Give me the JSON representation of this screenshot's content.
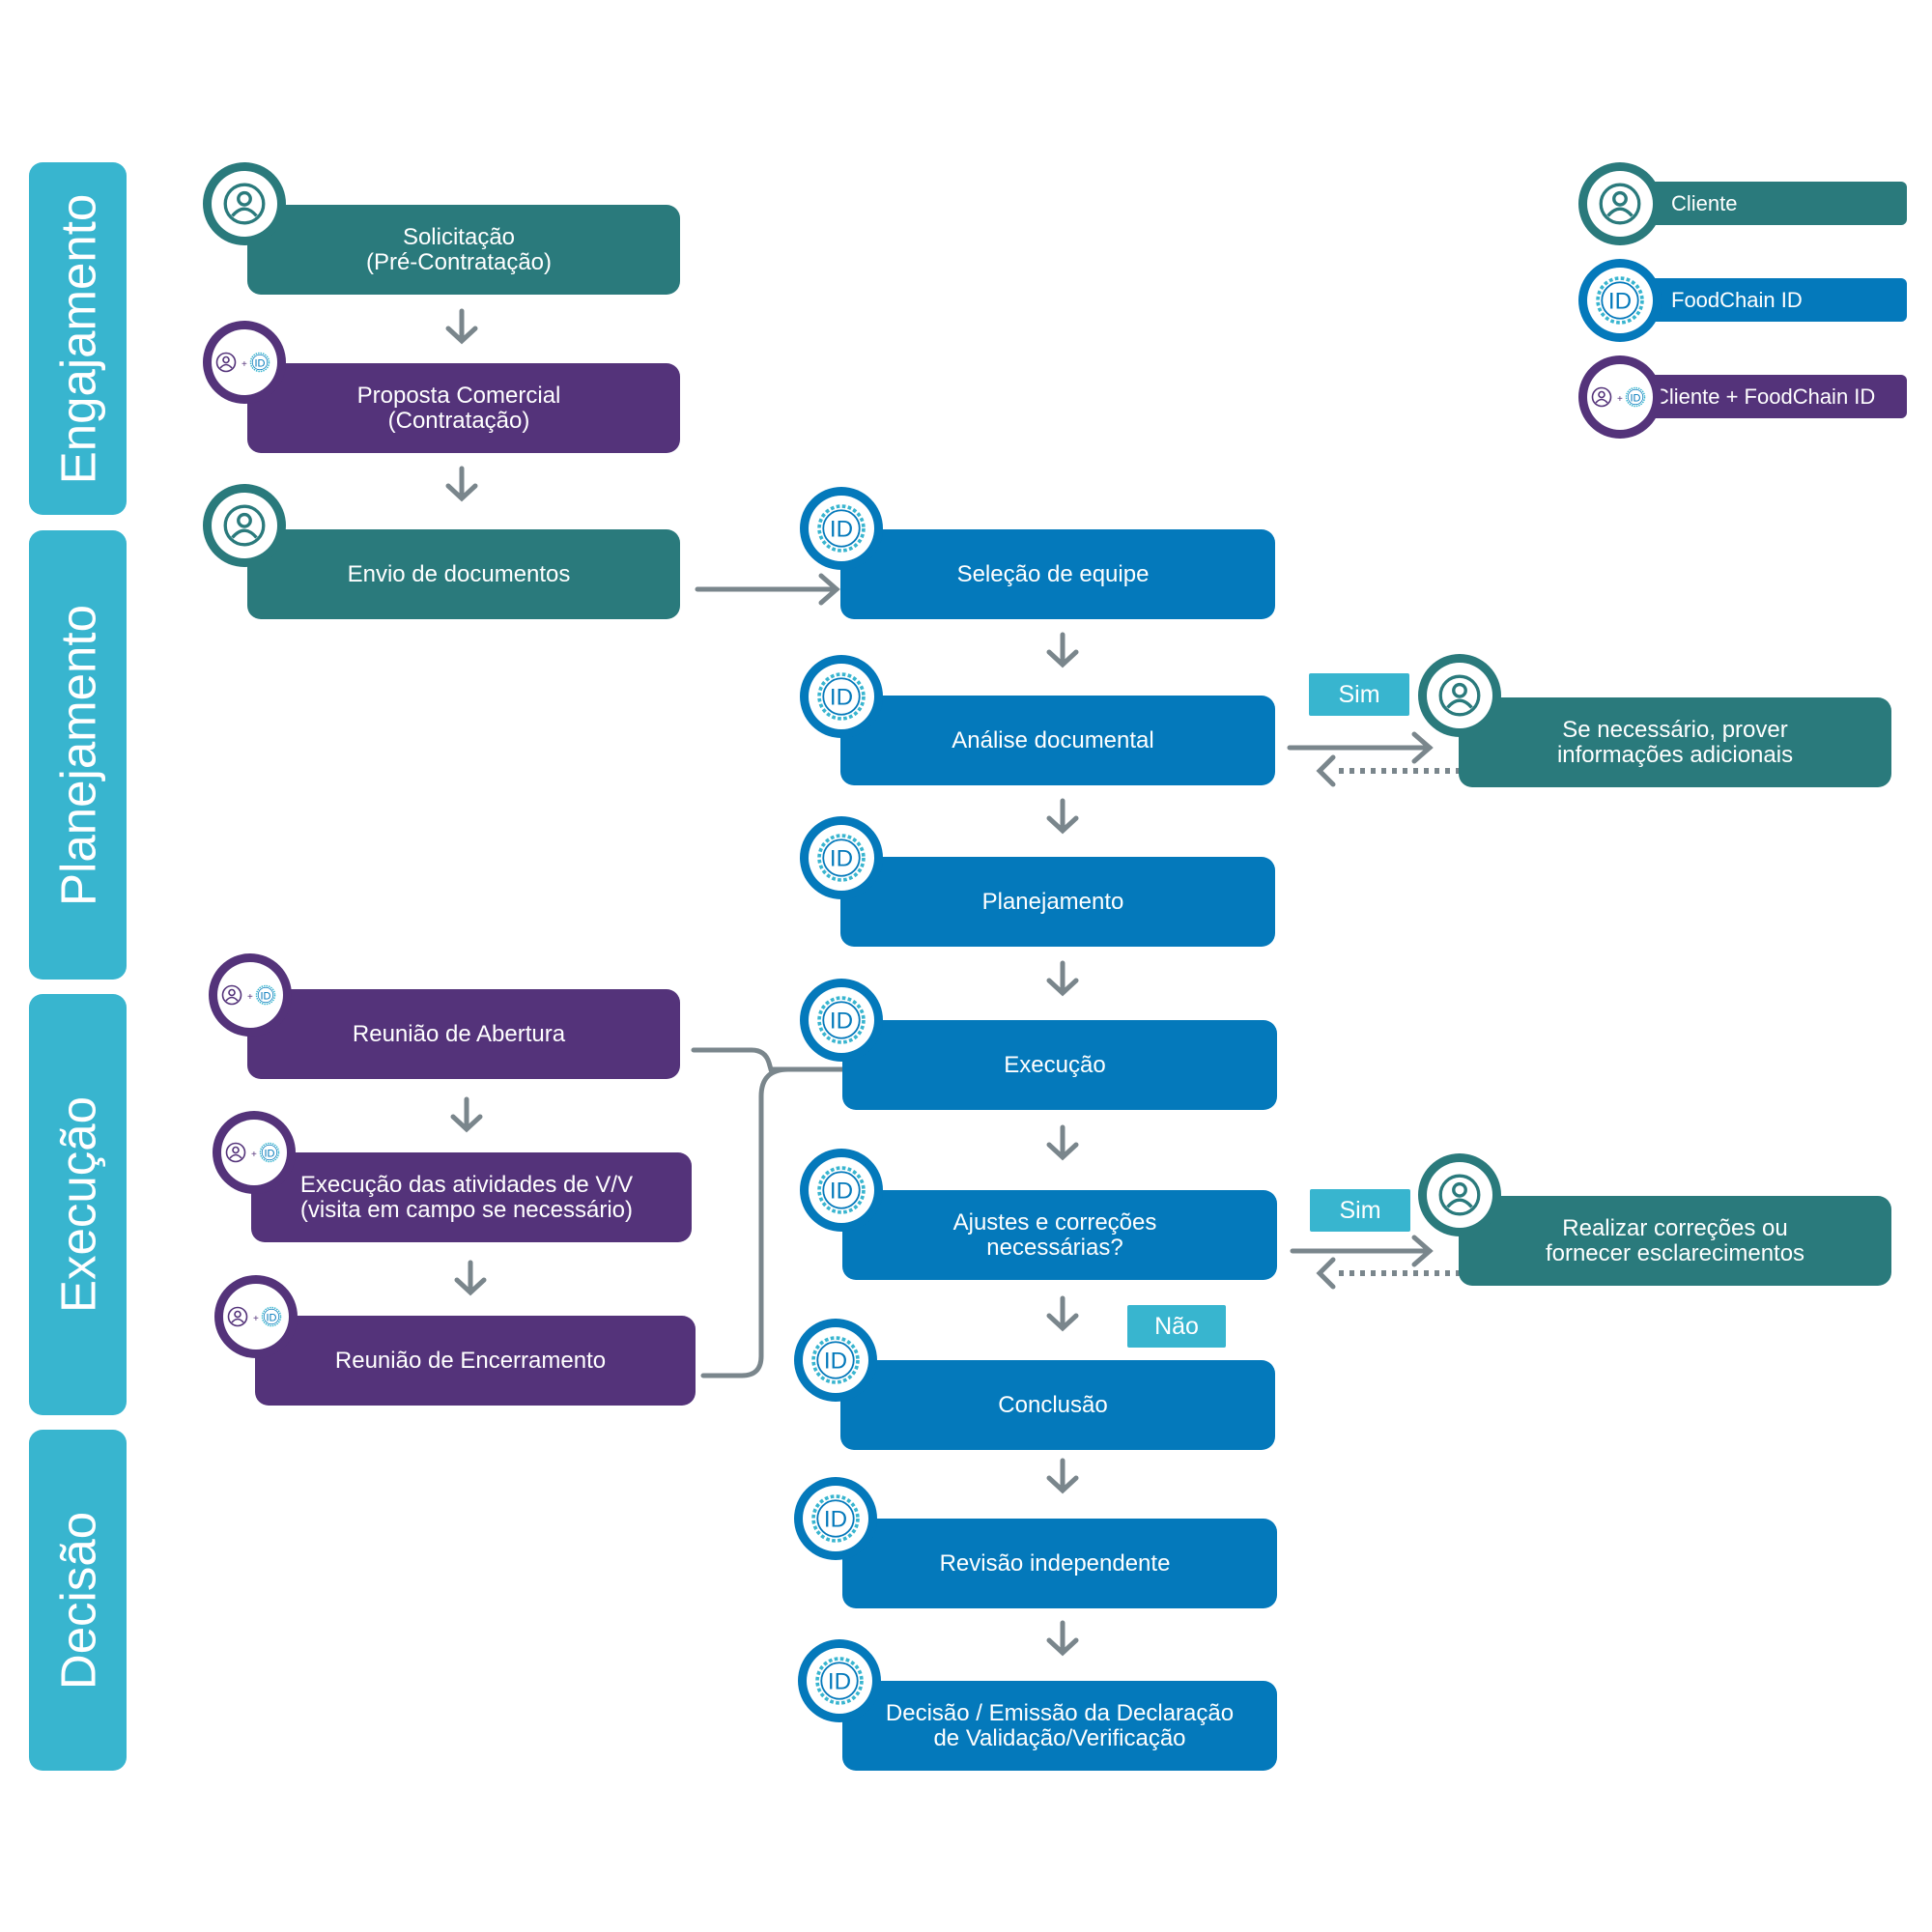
{
  "phases": {
    "engajamento": "Engajamento",
    "planejamento": "Planejamento",
    "execucao": "Execução",
    "decisao": "Decisão"
  },
  "legend": {
    "cliente": "Cliente",
    "foodchain": "FoodChain ID",
    "both": "Cliente + FoodChain ID"
  },
  "left_flow": {
    "solicitacao": "Solicitação\n(Pré-Contratação)",
    "proposta": "Proposta Comercial\n(Contratação)",
    "envio": "Envio de documentos",
    "abertura": "Reunião de Abertura",
    "execucao_atividades": "Execução das atividades de V/V\n(visita em campo se necessário)",
    "encerramento": "Reunião de Encerramento"
  },
  "main_flow": {
    "selecao": "Seleção de equipe",
    "analise": "Análise documental",
    "planejamento": "Planejamento",
    "execucao": "Execução",
    "ajustes": "Ajustes e correções\nnecessárias?",
    "conclusao": "Conclusão",
    "revisao": "Revisão independente",
    "decisao": "Decisão / Emissão da Declaração\nde  Validação/Verificação"
  },
  "side_flow": {
    "prover": "Se necessário, prover\ninformações adicionais",
    "realizar": "Realizar correções ou\nfornecer esclarecimentos"
  },
  "decision_labels": {
    "sim_1": "Sim",
    "sim_2": "Sim",
    "nao": "Não"
  },
  "icon_labels": {
    "id": "ID"
  },
  "colors": {
    "cliente": "#2a7a7c",
    "foodchain": "#0479bb",
    "both": "#54337a",
    "phase": "#38b5cf",
    "connector": "#7a868c"
  }
}
